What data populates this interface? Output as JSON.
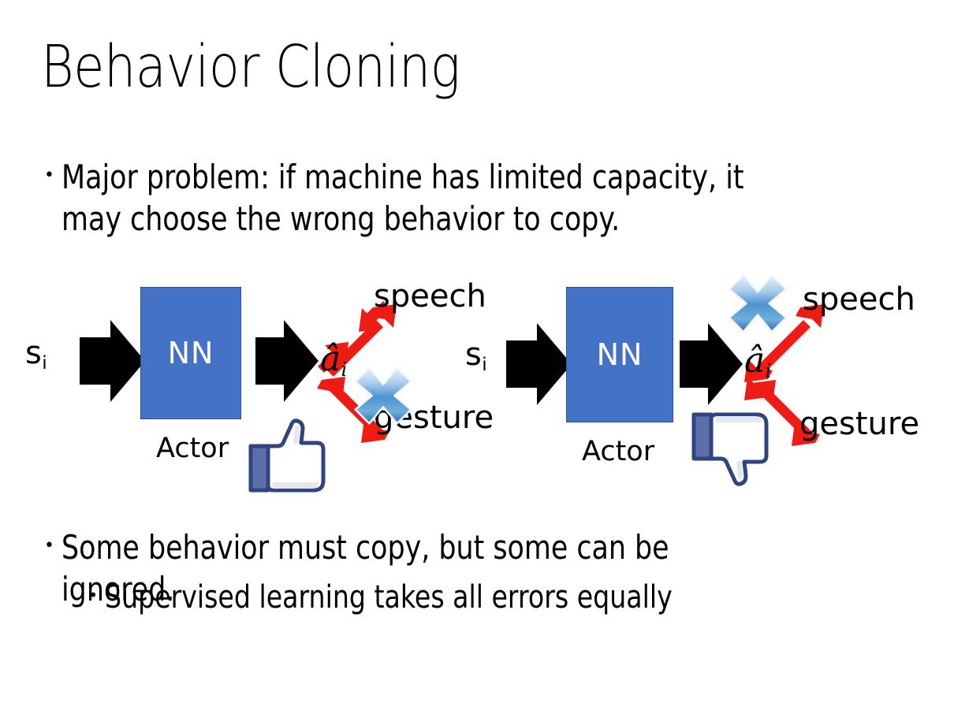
{
  "slide": {
    "title": "Behavior Cloning",
    "background_color": "#FFFFFF"
  },
  "bullets": [
    {
      "level": 1,
      "marker": "•",
      "text": "Major problem: if machine has limited capacity, it may choose the wrong behavior to copy."
    },
    {
      "level": 1,
      "marker": "•",
      "text": "Some behavior must copy, but some can be ignored."
    },
    {
      "level": 2,
      "marker": "•",
      "text": "Supervised learning takes all errors equally"
    }
  ],
  "diagrams": [
    {
      "id": "left",
      "state_symbol": "s",
      "state_subscript": "i",
      "box_label": "NN",
      "box_caption": "Actor",
      "action_symbol": "â",
      "action_subscript": "i",
      "outputs": [
        {
          "label": "speech",
          "direction": "up-right",
          "crossed_out": false
        },
        {
          "label": "gesture",
          "direction": "down-right",
          "crossed_out": true
        }
      ],
      "verdict_icon": "thumbs-up-icon",
      "verdict": "approved"
    },
    {
      "id": "right",
      "state_symbol": "s",
      "state_subscript": "i",
      "box_label": "NN",
      "box_caption": "Actor",
      "action_symbol": "â",
      "action_subscript": "i",
      "outputs": [
        {
          "label": "speech",
          "direction": "up-right",
          "crossed_out": true
        },
        {
          "label": "gesture",
          "direction": "down-right",
          "crossed_out": false
        }
      ],
      "verdict_icon": "thumbs-down-icon",
      "verdict": "rejected"
    }
  ],
  "colors": {
    "nn_box_fill": "#4472C4",
    "nn_box_border": "#2F528F",
    "nn_box_text": "#FFFFFF",
    "arrow_black": "#000000",
    "arrow_red": "#EE1C14",
    "cross_blue_light": "#CFE2F7",
    "cross_blue_mid": "#5B9BD5",
    "cross_blue_dark": "#2E75B6",
    "thumb_blue": "#3B5998",
    "thumb_fill": "#FFFFFF",
    "thumb_shadow": "#DDE0E8",
    "text_black": "#000000"
  }
}
